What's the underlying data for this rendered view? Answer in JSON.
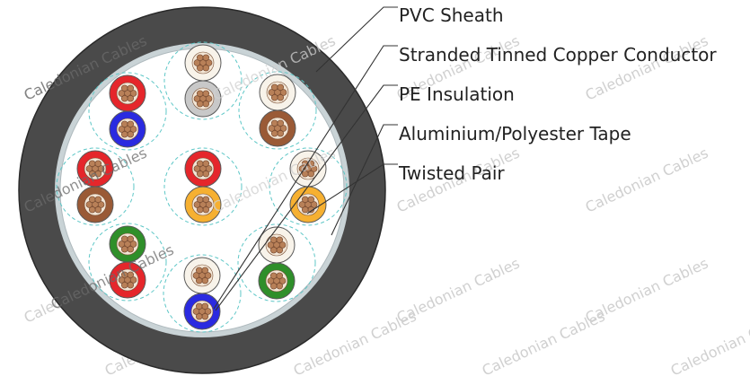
{
  "labels": {
    "sheath": "PVC Sheath",
    "conductor": "Stranded Tinned Copper Conductor",
    "insulation": "PE Insulation",
    "tape": "Aluminium/Polyester Tape",
    "pair": "Twisted Pair"
  },
  "watermark": "Caledonian Cables",
  "colors": {
    "sheath": "#4a4a4a",
    "tape": "#c9d3d6",
    "core_fill": "#ffffff",
    "pair_guide": "#5ec7c7",
    "strand": "#b88058",
    "red": "#e5262b",
    "blue": "#2a2ae0",
    "white": "#f8f3ea",
    "grey": "#c8c8c8",
    "brown": "#9a5a36",
    "green": "#2f8f2a",
    "orange": "#f6b031"
  },
  "pairs": [
    [
      "white",
      "grey"
    ],
    [
      "red",
      "blue"
    ],
    [
      "white",
      "brown"
    ],
    [
      "red",
      "brown"
    ],
    [
      "red",
      "orange"
    ],
    [
      "white",
      "orange"
    ],
    [
      "green",
      "red"
    ],
    [
      "white",
      "blue"
    ],
    [
      "white",
      "green"
    ]
  ]
}
